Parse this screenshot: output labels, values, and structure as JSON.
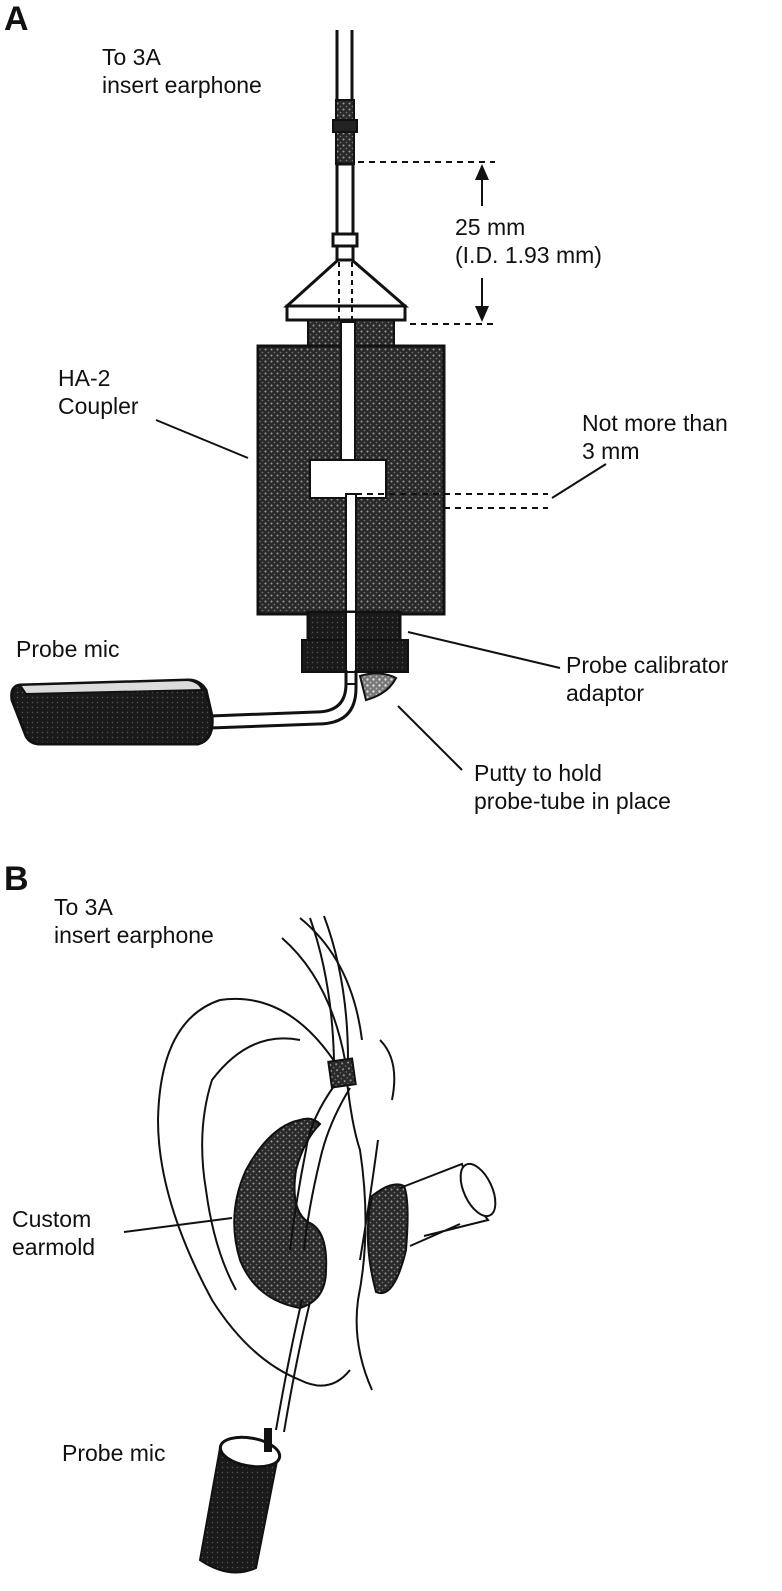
{
  "panel_a": {
    "letter": "A",
    "labels": {
      "to_earphone_1": "To 3A",
      "to_earphone_2": "insert earphone",
      "dim_1": "25 mm",
      "dim_2": "(I.D. 1.93 mm)",
      "coupler_1": "HA-2",
      "coupler_2": "Coupler",
      "limit_1": "Not more than",
      "limit_2": "3 mm",
      "probe_mic": "Probe mic",
      "adaptor_1": "Probe calibrator",
      "adaptor_2": "adaptor",
      "putty_1": "Putty to hold",
      "putty_2": "probe-tube in place"
    }
  },
  "panel_b": {
    "letter": "B",
    "labels": {
      "to_earphone_1": "To 3A",
      "to_earphone_2": "insert earphone",
      "earmold_1": "Custom",
      "earmold_2": "earmold",
      "probe_mic": "Probe mic"
    }
  }
}
